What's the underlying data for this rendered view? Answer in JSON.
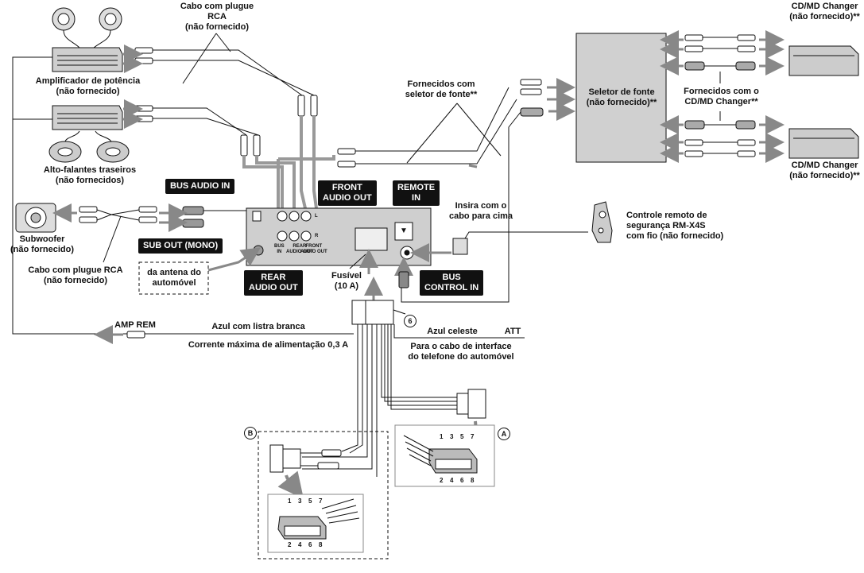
{
  "labels": {
    "cabo_rca_top": "Cabo com plugue RCA\n(não fornecido)",
    "amplificador": "Amplificador de potência\n(não fornecido)",
    "alto_falantes": "Alto-falantes traseiros\n(não fornecidos)",
    "fornecidos_seletor": "Fornecidos com\nseletor de fonte**",
    "seletor_fonte": "Seletor de fonte\n(não fornecido)**",
    "cdmd_top": "CD/MD Changer\n(não fornecido)**",
    "fornecidos_cdmd": "Fornecidos com o\nCD/MD Changer**",
    "cdmd_bottom": "CD/MD Changer\n(não fornecido)**",
    "insira": "Insira com o\ncabo para cima",
    "controle_remoto": "Controle remoto de\nsegurança RM-X4S\ncom fio (não fornecido)",
    "subwoofer": "Subwoofer\n(não fornecido)",
    "cabo_rca_bottom": "Cabo com plugue RCA\n(não fornecido)",
    "antena": "da antena do\nautomóvel",
    "fusivel": "Fusível\n(10 A)",
    "amp_rem": "AMP REM",
    "azul_listra": "Azul com listra branca",
    "corrente": "Corrente máxima de alimentação 0,3 A",
    "azul_celeste": "Azul celeste",
    "att": "ATT",
    "telefone": "Para o cabo de interface\ndo telefone do automóvel",
    "l": "L",
    "r": "R",
    "jack_bus": "BUS\nIN",
    "jack_rear": "REAR\nAUDIO OUT",
    "jack_front": "FRONT\nAUDIO OUT"
  },
  "tags": {
    "bus_audio_in": "BUS AUDIO IN",
    "front_audio_out": "FRONT\nAUDIO OUT",
    "remote_in": "REMOTE\nIN",
    "sub_out": "SUB OUT (MONO)",
    "rear_audio_out": "REAR\nAUDIO OUT",
    "bus_control_in": "BUS\nCONTROL IN"
  },
  "markers": {
    "six": "6",
    "a": "A",
    "b": "B",
    "arrow_down": "▼"
  },
  "pins": {
    "top": [
      "1",
      "3",
      "5",
      "7"
    ],
    "bottom": [
      "2",
      "4",
      "6",
      "8"
    ]
  }
}
